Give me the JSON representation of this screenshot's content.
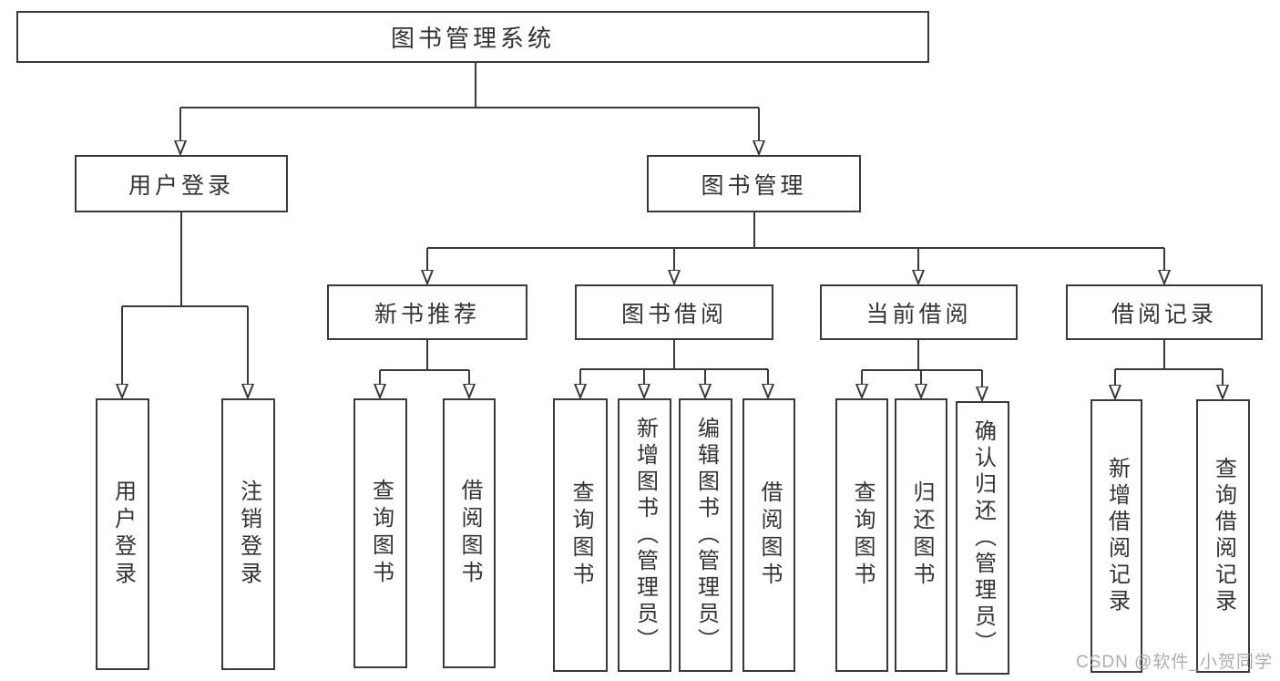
{
  "colors": {
    "line": "#3a3a3a",
    "box_border": "#3a3a3a",
    "box_fill": "#ffffff",
    "text": "#333333",
    "watermark": "#a0a0a0"
  },
  "tree": {
    "label": "图书管理系统",
    "children": [
      {
        "label": "用户登录",
        "children": [
          {
            "label": "用户登录"
          },
          {
            "label": "注销登录"
          }
        ]
      },
      {
        "label": "图书管理",
        "children": [
          {
            "label": "新书推荐",
            "children": [
              {
                "label": "查询图书"
              },
              {
                "label": "借阅图书"
              }
            ]
          },
          {
            "label": "图书借阅",
            "children": [
              {
                "label": "查询图书"
              },
              {
                "label": "新增图书（管理员）"
              },
              {
                "label": "编辑图书（管理员）"
              },
              {
                "label": "借阅图书"
              }
            ]
          },
          {
            "label": "当前借阅",
            "children": [
              {
                "label": "查询图书"
              },
              {
                "label": "归还图书"
              },
              {
                "label": "确认归还（管理员）"
              }
            ]
          },
          {
            "label": "借阅记录",
            "children": [
              {
                "label": "新增借阅记录"
              },
              {
                "label": "查询借阅记录"
              }
            ]
          }
        ]
      }
    ]
  },
  "watermark": "CSDN @软件_小贺同学"
}
